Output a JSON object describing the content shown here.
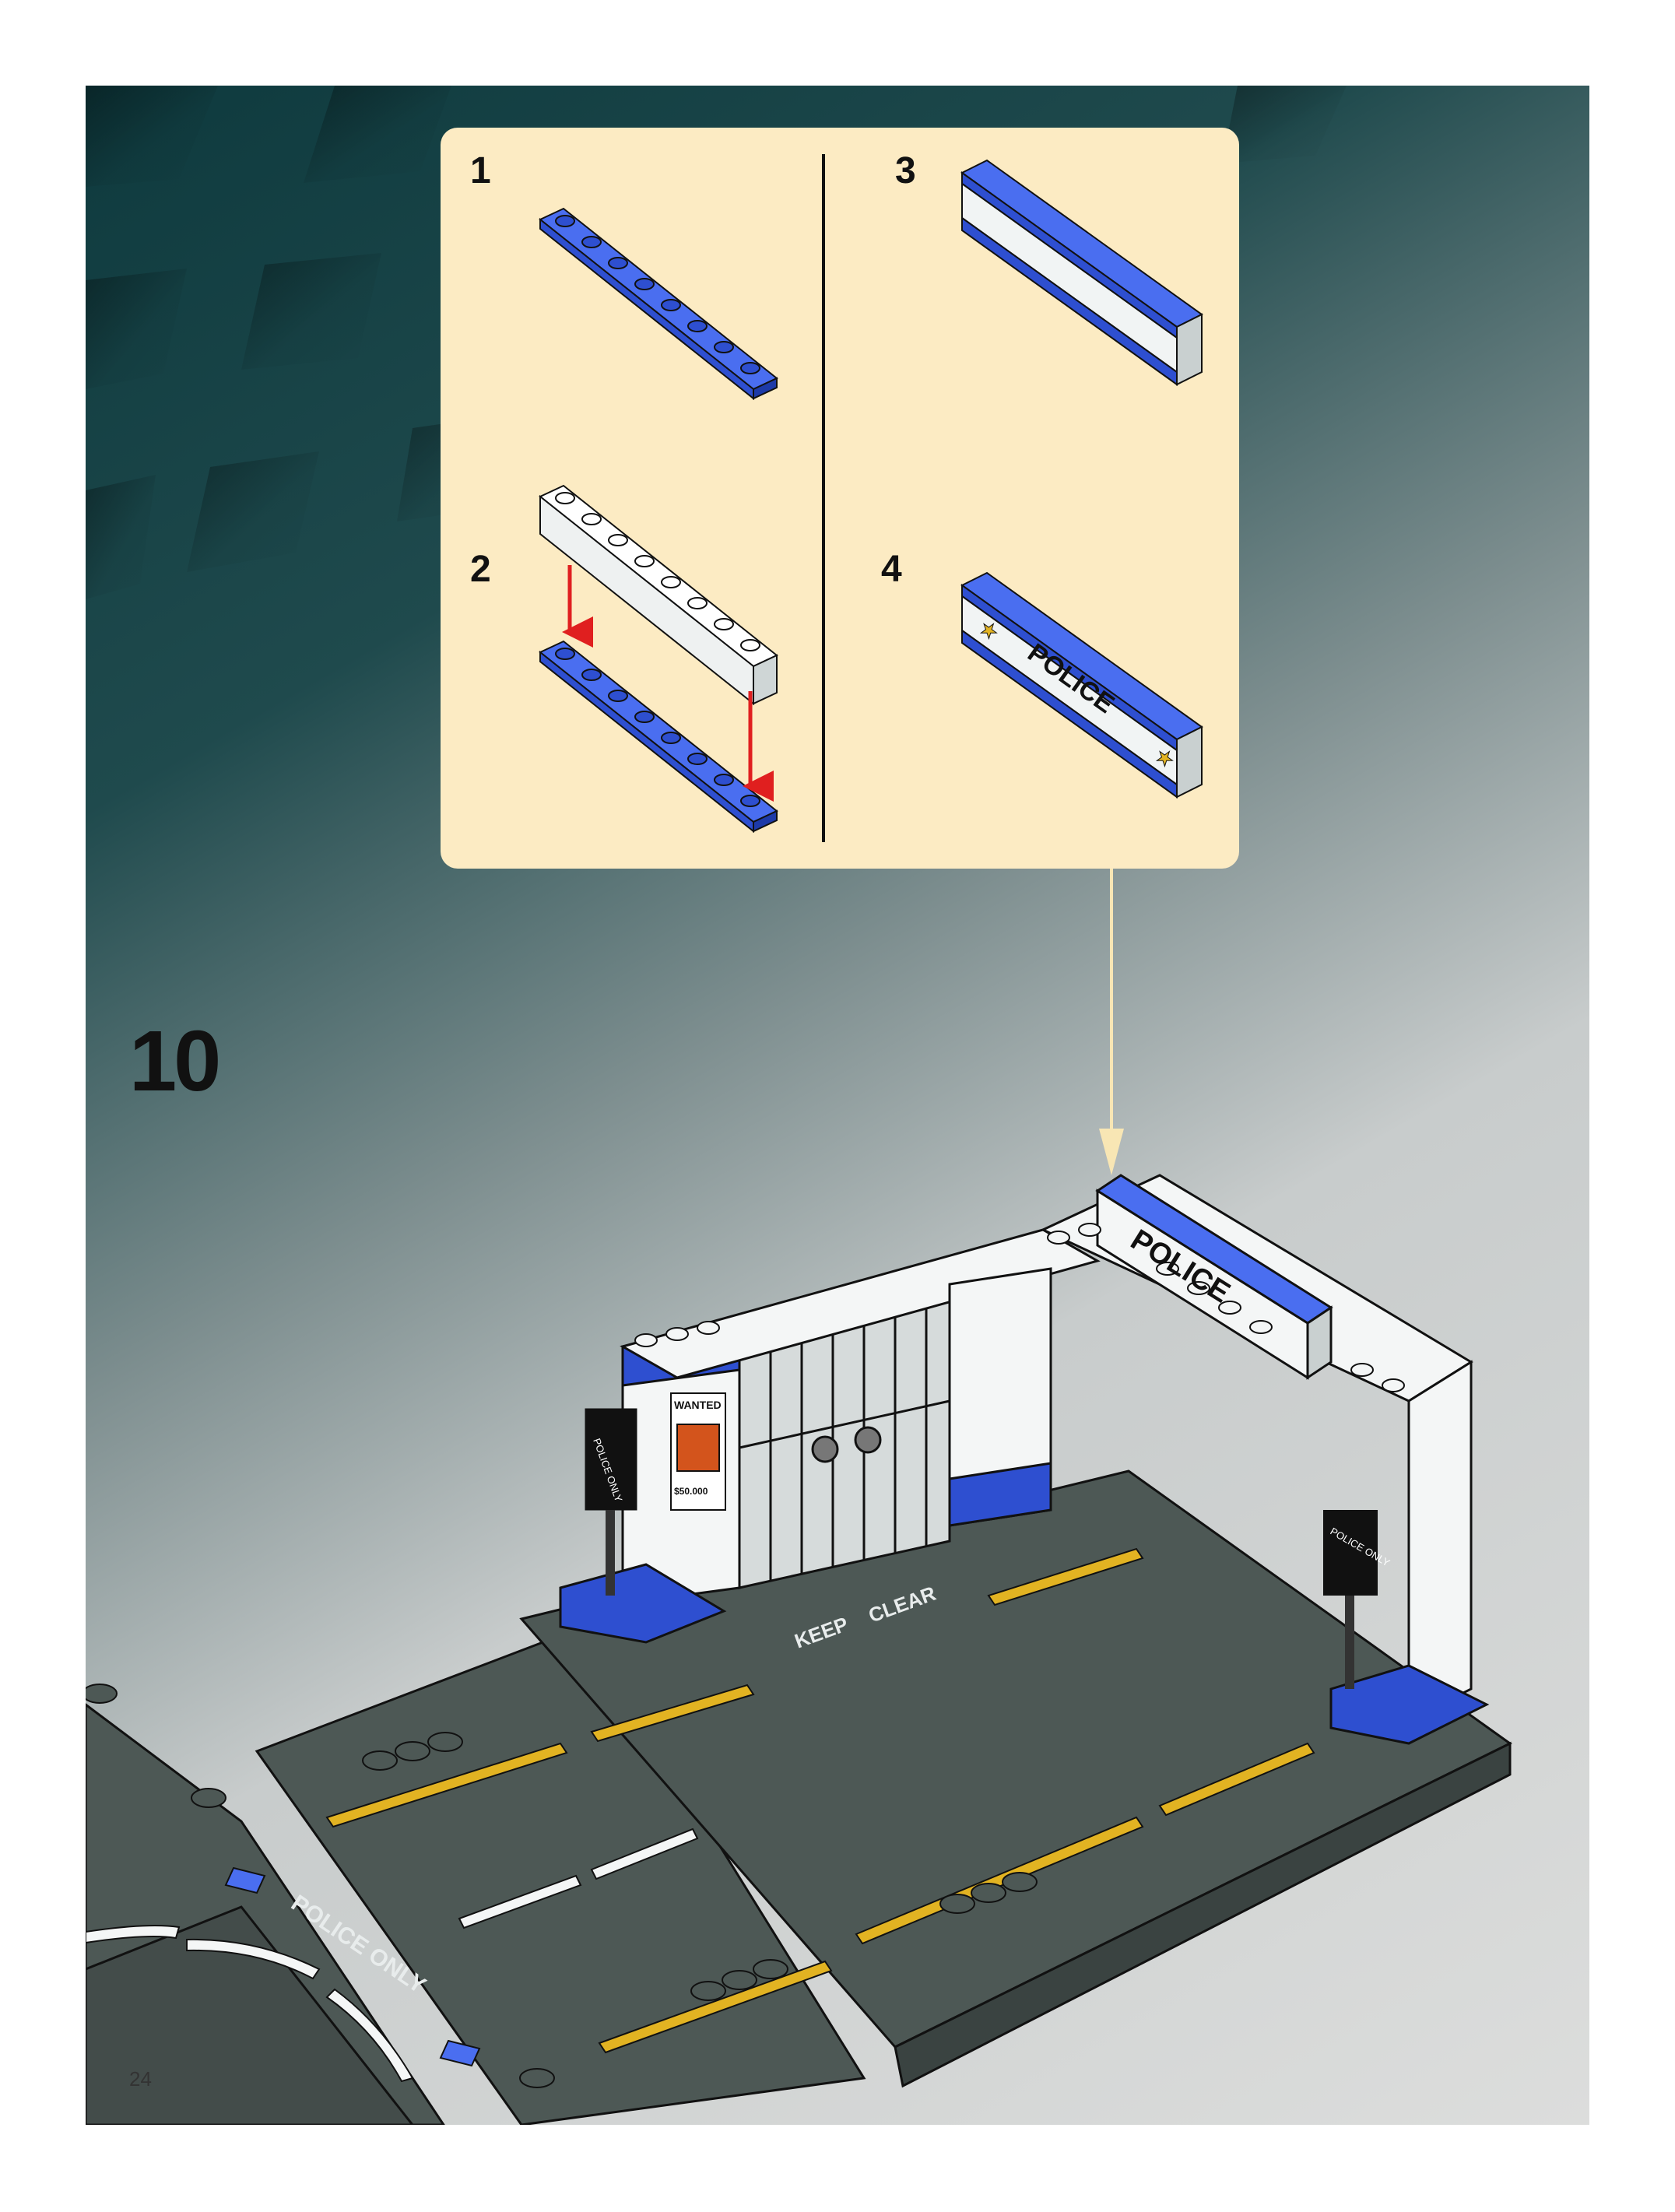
{
  "page": {
    "step_number": "10",
    "page_number": "24",
    "background_colors": [
      "#0e3a3e",
      "#dcdddc"
    ]
  },
  "callout": {
    "background": "#fcebc3",
    "substeps": [
      {
        "number": "1"
      },
      {
        "number": "2"
      },
      {
        "number": "3"
      },
      {
        "number": "4"
      }
    ],
    "brick_sticker": {
      "text": "POLICE"
    }
  },
  "model": {
    "arch_sticker": "POLICE",
    "wanted_poster": {
      "title": "WANTED",
      "reward": "$50.000"
    },
    "signs": [
      "POLICE ONLY",
      "POLICE ONLY"
    ],
    "road_marking_1": "KEEP",
    "road_marking_2": "CLEAR",
    "road_marking_3": "POLICE ONLY"
  },
  "colors": {
    "lego_blue": "#2e4fd0",
    "lego_white": "#f4f6f6",
    "road_gray": "#4d5855",
    "road_yellow": "#e2b322",
    "arrow_red": "#e01f1f",
    "connector_line": "#f8e6b4"
  }
}
